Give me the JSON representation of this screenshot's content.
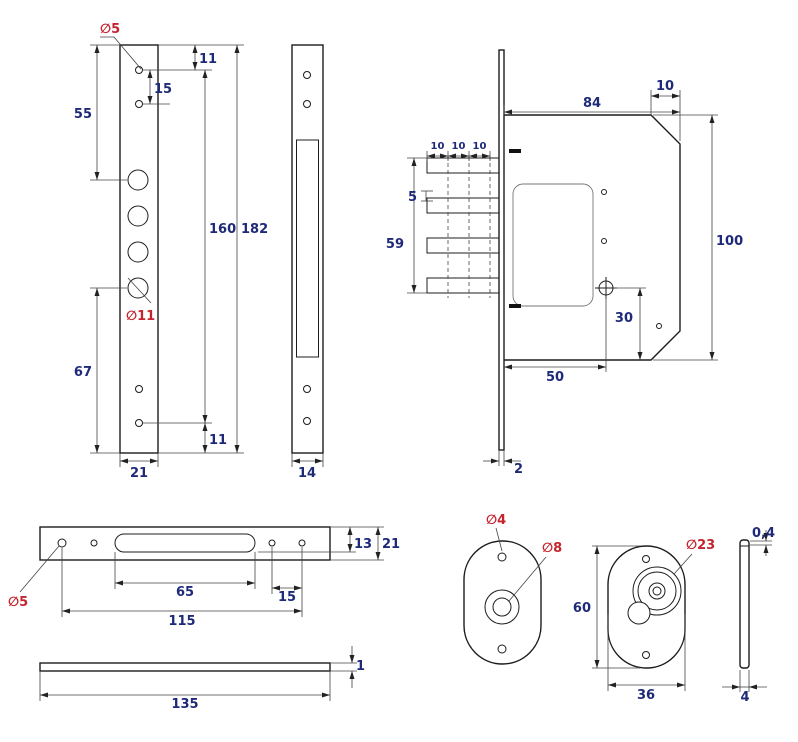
{
  "colors": {
    "outline": "#1c1c1c",
    "dimension_text": "#1e2a78",
    "diameter_text": "#c4242e",
    "background": "#ffffff"
  },
  "drawing": {
    "faceplate_front": {
      "dia_screw_hole": "∅5",
      "top_hole_offset": "11",
      "screw_hole_pitch": "15",
      "top_to_first_bolt": "55",
      "hole_span": "160",
      "total_height": "182",
      "dia_bolt_hole": "∅11",
      "bolt_to_bottom": "67",
      "bottom_hole_offset": "11",
      "width": "21"
    },
    "faceplate_side": {
      "width": "14"
    },
    "lock_body": {
      "chamfer": "10",
      "body_width": "84",
      "pin_pitch_1": "10",
      "pin_pitch_2": "10",
      "pin_pitch_3": "10",
      "pin_offset": "5",
      "pin_span": "59",
      "body_height": "100",
      "follower_to_bottom": "30",
      "backset": "50",
      "faceplate_thickness": "2"
    },
    "strike_plate_top": {
      "dia_screw_hole": "∅5",
      "slot_length": "65",
      "screw_hole_pitch": "15",
      "screw_hole_span": "115",
      "slot_edge_offset": "13",
      "width": "21"
    },
    "strike_plate_side": {
      "thickness": "1",
      "length": "135"
    },
    "escutcheon_plain": {
      "dia_screw_hole": "∅4",
      "dia_center_hole": "∅8"
    },
    "escutcheon_cylinder": {
      "height": "60",
      "dia_cylinder_boss": "∅23",
      "width": "36"
    },
    "escutcheon_side": {
      "flange_thickness": "0,4",
      "thickness": "4"
    }
  }
}
